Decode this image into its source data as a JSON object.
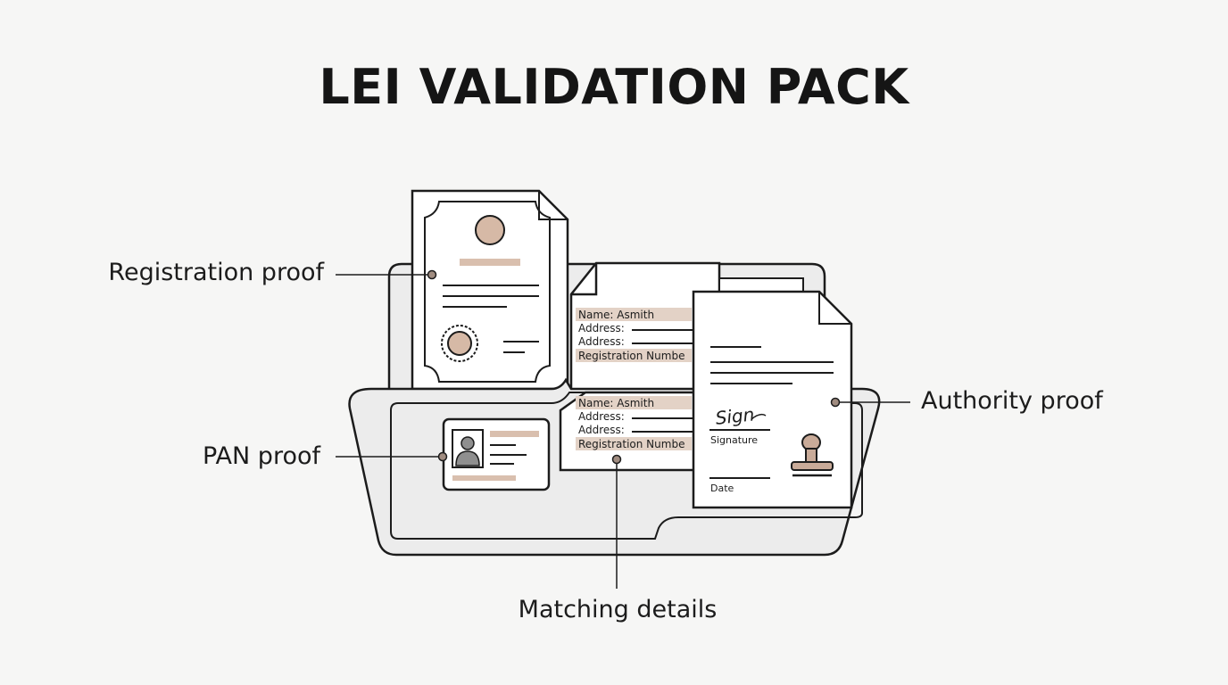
{
  "title": "LEI VALIDATION PACK",
  "callouts": {
    "registration": "Registration proof",
    "pan": "PAN proof",
    "authority": "Authority proof",
    "matching": "Matching details"
  },
  "upper_record": {
    "name": "Name: Asmith",
    "address1": "Address:",
    "address2": "Address:",
    "registration": "Registration Numbe"
  },
  "lower_record": {
    "name": "Name: Asmith",
    "address1": "Address:",
    "address2": "Address:",
    "registration": "Registration Numbe"
  },
  "authority_doc": {
    "signature_script": "Sign",
    "signature_label": "Signature",
    "date_label": "Date"
  },
  "colors": {
    "ink": "#1c1c1c",
    "accent": "#c9ab99",
    "accent_light": "#e3d2c6",
    "folder_fill": "#ececec",
    "paper": "#ffffff"
  }
}
